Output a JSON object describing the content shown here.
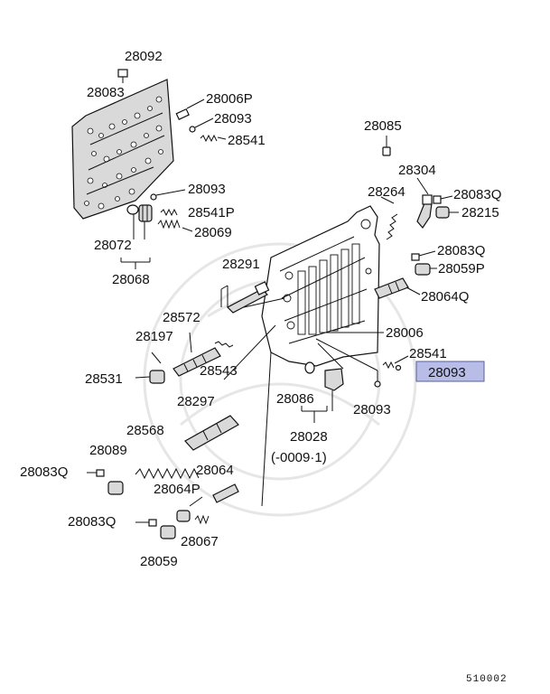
{
  "highlight_color": "#b8bde8",
  "labels": {
    "p28092": "28092",
    "p28083": "28083",
    "p28006P": "28006P",
    "p28093_a": "28093",
    "p28541_a": "28541",
    "p28093_b": "28093",
    "p28541P": "28541P",
    "p28069": "28069",
    "p28072": "28072",
    "p28068": "28068",
    "p28085": "28085",
    "p28304": "28304",
    "p28264": "28264",
    "p28083Q_a": "28083Q",
    "p28215": "28215",
    "p28083Q_b": "28083Q",
    "p28059P": "28059P",
    "p28064Q": "28064Q",
    "p28291": "28291",
    "p28572": "28572",
    "p28197": "28197",
    "p28543": "28543",
    "p28531": "28531",
    "p28006": "28006",
    "p28541_b": "28541",
    "p28093_hl": "28093",
    "p28086": "28086",
    "p28093_c": "28093",
    "p28028": "28028",
    "p28028_note": "(-0009·1)",
    "p28297": "28297",
    "p28568": "28568",
    "p28089": "28089",
    "p28083Q_c": "28083Q",
    "p28064": "28064",
    "p28064P": "28064P",
    "p28083Q_d": "28083Q",
    "p28067": "28067",
    "p28059": "28059"
  },
  "diagram_code": "510002"
}
